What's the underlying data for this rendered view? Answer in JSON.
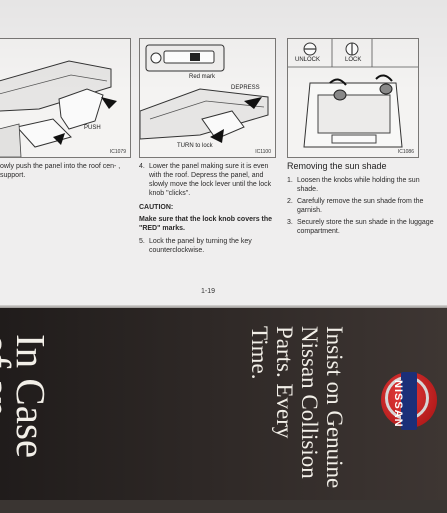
{
  "figures": [
    {
      "code": "IC1079",
      "labels": {
        "push": "PUSH"
      }
    },
    {
      "code": "IC1100",
      "labels": {
        "red_mark": "Red mark",
        "depress": "DEPRESS",
        "turn": "TURN to lock"
      }
    },
    {
      "code": "IC1086",
      "labels": {
        "unlock": "UNLOCK",
        "lock": "LOCK"
      }
    }
  ],
  "col1": {
    "text": "owly push the panel into the roof cen- , support."
  },
  "col2": {
    "step4": {
      "num": "4.",
      "text": "Lower the panel making sure it is even with the roof. Depress the panel, and slowly move the lock lever until the lock knob \"clicks\"."
    },
    "caution_title": "CAUTION:",
    "caution_text": "Make sure that the lock knob covers the \"RED\" marks.",
    "step5": {
      "num": "5.",
      "text": "Lock the panel by turning the key counterclockwise."
    }
  },
  "col3": {
    "heading": "Removing the sun shade",
    "items": [
      {
        "num": "1.",
        "text": "Loosen the knobs while holding the sun shade."
      },
      {
        "num": "2.",
        "text": "Carefully remove the sun shade from the garnish."
      },
      {
        "num": "3.",
        "text": "Securely store the sun shade in the luggage compartment."
      }
    ]
  },
  "page_number": "1-19",
  "brochure": {
    "headline": "In Case of an Accident...",
    "tagline": "Insist on Genuine Nissan Collision Parts. Every Time.",
    "brand": "NISSAN"
  },
  "colors": {
    "paper": "#efeeee",
    "brochure_bg": "#2e2826",
    "logo_red": "#c42020",
    "logo_blue": "#1b2f78"
  }
}
